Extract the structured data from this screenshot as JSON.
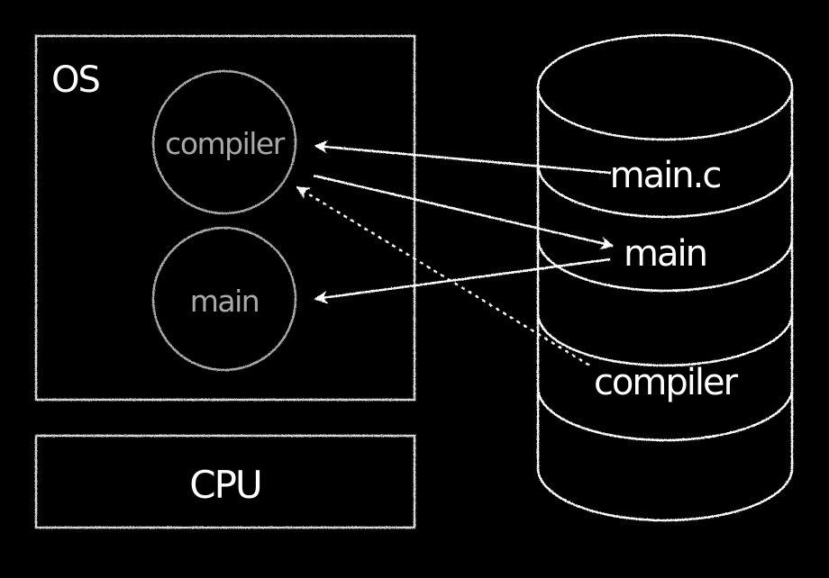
{
  "os_box": {
    "label": "OS"
  },
  "cpu_box": {
    "label": "CPU"
  },
  "processes": [
    {
      "id": "compiler",
      "label": "compiler"
    },
    {
      "id": "main",
      "label": "main"
    }
  ],
  "disk": {
    "files": [
      {
        "id": "main-c",
        "label": "main.c"
      },
      {
        "id": "main",
        "label": "main"
      },
      {
        "id": "compiler",
        "label": "compiler"
      }
    ]
  },
  "arrows": [
    {
      "from": "disk main.c",
      "to": "process compiler",
      "style": "solid"
    },
    {
      "from": "process compiler",
      "to": "disk main",
      "style": "solid"
    },
    {
      "from": "disk main",
      "to": "process main",
      "style": "solid"
    },
    {
      "from": "disk compiler",
      "to": "process compiler",
      "style": "dotted"
    }
  ],
  "colors": {
    "background": "#000000",
    "chalk": "#ffffff",
    "process_outline": "#a9a9a9"
  }
}
